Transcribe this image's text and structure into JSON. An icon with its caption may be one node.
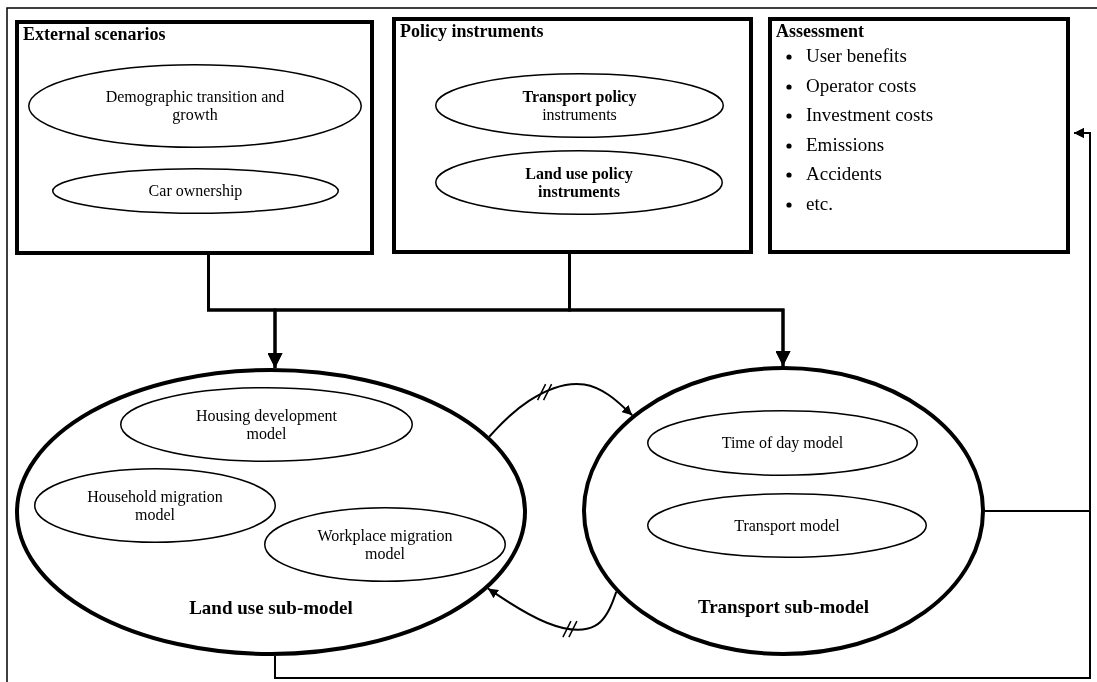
{
  "diagram": {
    "nodes": [
      {
        "text": [
          "External scenarios"
        ]
      },
      {
        "text": [
          "Demographic transition and growth"
        ],
        "in": 0
      },
      {
        "text": [
          "Car ownership"
        ],
        "in": 0
      },
      {
        "text": [
          "Policy instruments"
        ]
      },
      {
        "text": [
          "**Transport policy** instruments"
        ],
        "in": 3
      },
      {
        "text": [
          "**Land use policy instruments**"
        ],
        "in": 3
      },
      {
        "text": [
          "Assessment",
          "User benefits",
          "Operator costs",
          "Investment costs",
          "Emissions",
          "Accidents",
          "etc."
        ]
      },
      {
        "text": [
          "Land use sub-model"
        ]
      },
      {
        "text": [
          "Housing development model"
        ],
        "in": 7
      },
      {
        "text": [
          "Household migration model"
        ],
        "in": 7
      },
      {
        "text": [
          "Workplace migration model"
        ],
        "in": 7
      },
      {
        "text": [
          "Transport sub-model"
        ]
      },
      {
        "text": [
          "Time of day model"
        ],
        "in": 11
      },
      {
        "text": [
          "Transport model"
        ],
        "in": 11
      }
    ],
    "edges": [
      {
        "from": 0,
        "to": 7,
        "arrow": "to"
      },
      {
        "from": 0,
        "to": 11,
        "arrow": "to"
      },
      {
        "from": 3,
        "to": 7,
        "arrow": "to"
      },
      {
        "from": 3,
        "to": 11,
        "arrow": "to"
      },
      {
        "from": 7,
        "to": 11,
        "arrow": "to"
      },
      {
        "from": 11,
        "to": 7,
        "arrow": "to"
      },
      {
        "from": 11,
        "to": 6,
        "arrow": "to"
      },
      {
        "from": 7,
        "to": 6,
        "arrow": "to"
      }
    ]
  }
}
